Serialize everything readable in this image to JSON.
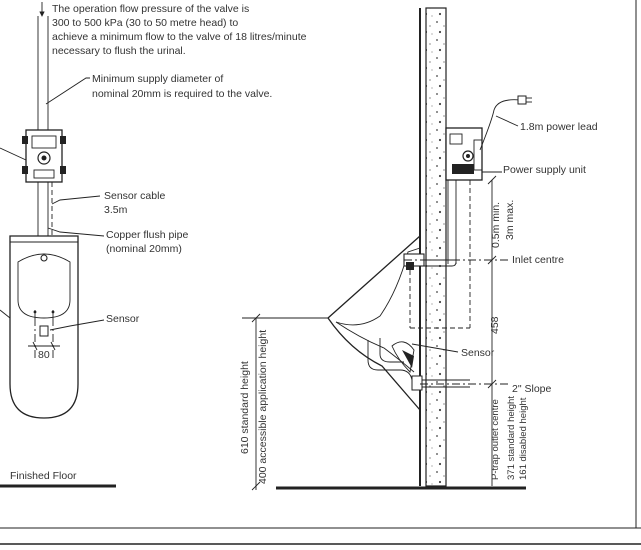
{
  "notes": {
    "pressure_line1": "The operation flow pressure of the valve is",
    "pressure_line2": "300 to 500 kPa (30 to 50 metre head) to",
    "pressure_line3": "achieve a minimum flow to the valve of 18 litres/minute",
    "pressure_line4": "necessary to flush the urinal.",
    "diameter_line1": "Minimum supply diameter of",
    "diameter_line2": "nominal 20mm is required to the valve."
  },
  "front_view": {
    "sensor_cable_line1": "Sensor cable",
    "sensor_cable_line2": "3.5m",
    "copper_pipe_line1": "Copper flush pipe",
    "copper_pipe_line2": "(nominal 20mm)",
    "sensor_label": "Sensor",
    "dim_80": "80",
    "finished_floor": "Finished Floor"
  },
  "side_view": {
    "power_lead": "1.8m power lead",
    "power_supply_unit": "Power supply unit",
    "inlet_centre": "Inlet centre",
    "sensor_label": "Sensor",
    "slope": "2\" Slope",
    "dim_min": "0.5m min.",
    "dim_max": "3m max.",
    "dim_458": "458",
    "std_height": "610 standard height",
    "accessible_height": "400 accessible application height",
    "ptrap_label": "P-trap outlet centre",
    "ptrap_std": "371 standard height",
    "ptrap_disabled": "161 disabled height"
  }
}
